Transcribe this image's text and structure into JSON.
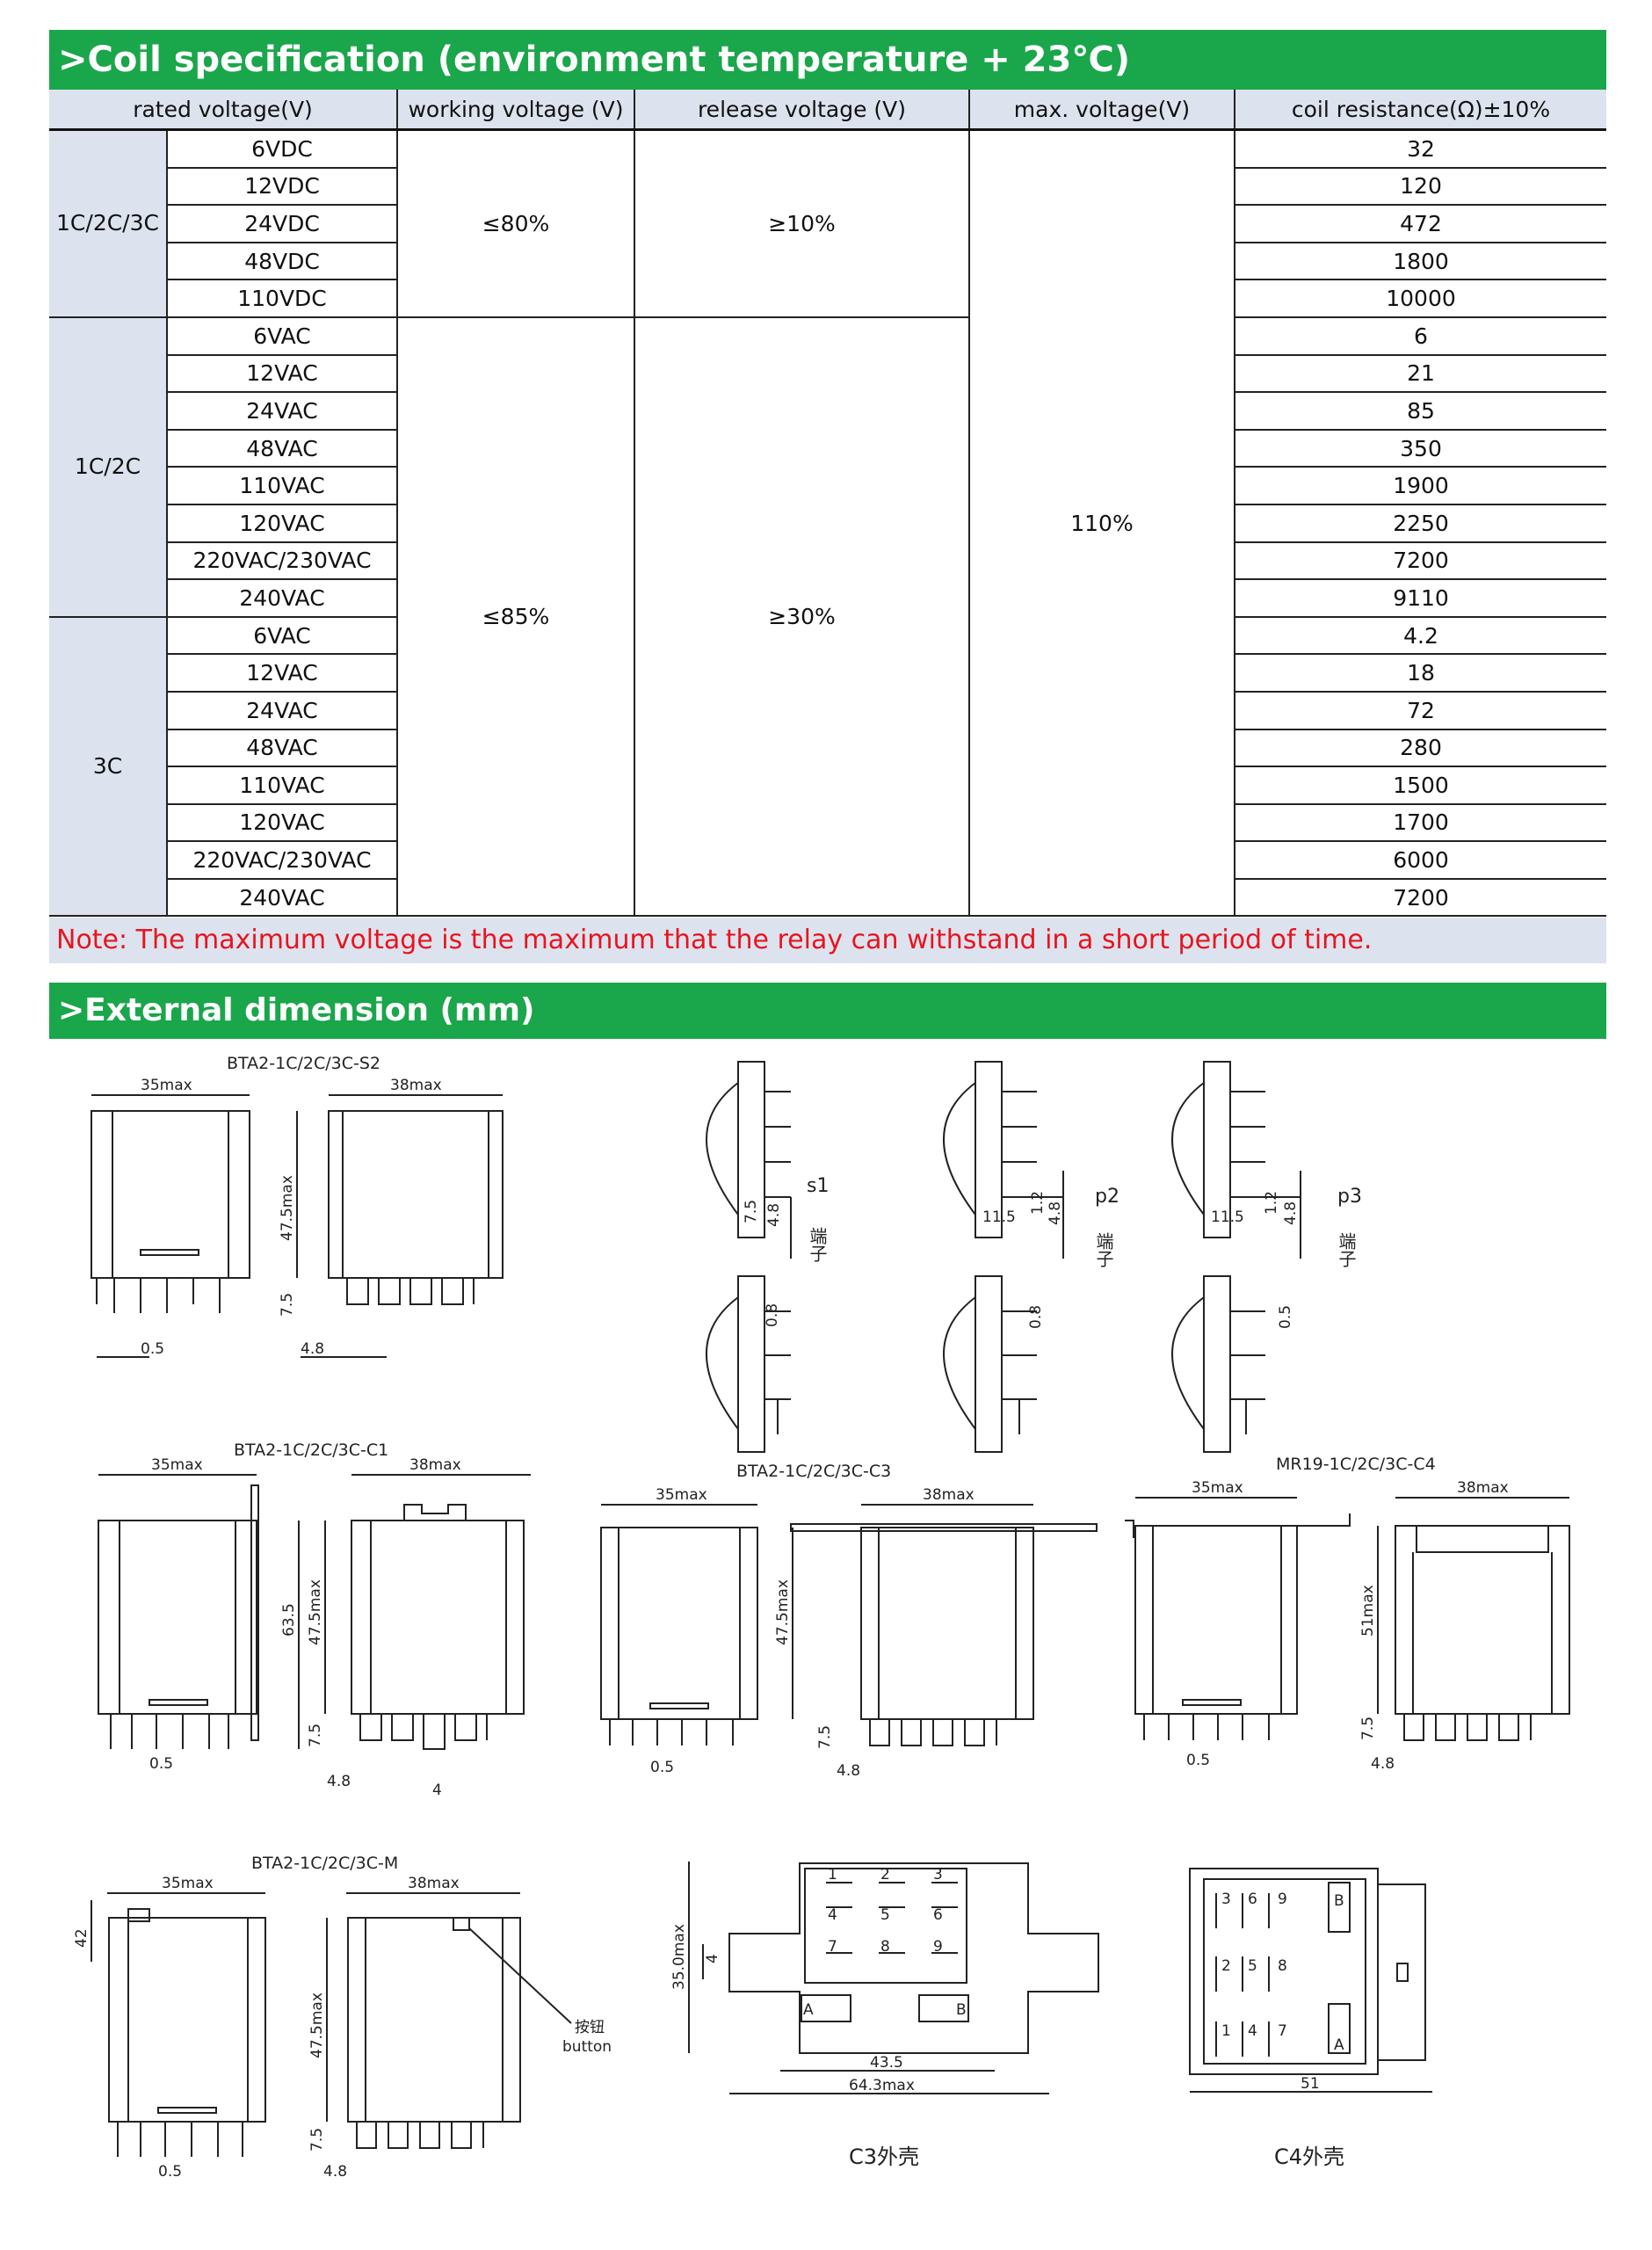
{
  "coil": {
    "title": ">Coil specification (environment temperature + 23℃)",
    "headers": [
      "rated voltage(V)",
      "working voltage (V)",
      "release voltage  (V)",
      "max. voltage(V)",
      "coil resistance(Ω)±10%"
    ],
    "groups": [
      {
        "name": "1C/2C/3C",
        "rows": [
          {
            "v": "6VDC",
            "r": "32"
          },
          {
            "v": "12VDC",
            "r": "120"
          },
          {
            "v": "24VDC",
            "r": "472"
          },
          {
            "v": "48VDC",
            "r": "1800"
          },
          {
            "v": "110VDC",
            "r": "10000"
          }
        ]
      },
      {
        "name": "1C/2C",
        "rows": [
          {
            "v": "6VAC",
            "r": "6"
          },
          {
            "v": "12VAC",
            "r": "21"
          },
          {
            "v": "24VAC",
            "r": "85"
          },
          {
            "v": "48VAC",
            "r": "350"
          },
          {
            "v": "110VAC",
            "r": "1900"
          },
          {
            "v": "120VAC",
            "r": "2250"
          },
          {
            "v": "220VAC/230VAC",
            "r": "7200"
          },
          {
            "v": "240VAC",
            "r": "9110"
          }
        ]
      },
      {
        "name": "3C",
        "rows": [
          {
            "v": "6VAC",
            "r": "4.2"
          },
          {
            "v": "12VAC",
            "r": "18"
          },
          {
            "v": "24VAC",
            "r": "72"
          },
          {
            "v": "48VAC",
            "r": "280"
          },
          {
            "v": "110VAC",
            "r": "1500"
          },
          {
            "v": "120VAC",
            "r": "1700"
          },
          {
            "v": "220VAC/230VAC",
            "r": "6000"
          },
          {
            "v": "240VAC",
            "r": "7200"
          }
        ]
      }
    ],
    "working_dc": "≤80%",
    "release_dc": "≥10%",
    "working_ac": "≤85%",
    "release_ac": "≥30%",
    "max_voltage": "110%",
    "note": "Note: The maximum voltage is the maximum that the relay can withstand in a short period of time."
  },
  "dimension": {
    "title": ">External dimension (mm)",
    "models": {
      "s2": "BTA2-1C/2C/3C-S2",
      "c1": "BTA2-1C/2C/3C-C1",
      "c3": "BTA2-1C/2C/3C-C3",
      "c4": "MR19-1C/2C/3C-C4",
      "m": "BTA2-1C/2C/3C-M"
    },
    "terminals": {
      "s1": "s1",
      "p2": "p2",
      "p3": "p3",
      "zi": "端子"
    },
    "button": {
      "cn": "按钮",
      "en": "button"
    },
    "housings": {
      "c3": "C3外壳",
      "c4": "C4外壳"
    },
    "dims": {
      "d35": "35max",
      "d38": "38max",
      "d475": "47.5max",
      "d75": "7.5",
      "d48": "4.8",
      "d05": "0.5",
      "d08": "0.8",
      "d635": "63.5",
      "d4": "4",
      "d51max": "51max",
      "d42": "42",
      "d115": "11.5",
      "d12": "1.2",
      "d350": "35.0max",
      "d435": "43.5",
      "d643": "64.3max",
      "d51": "51"
    },
    "pins": [
      "1",
      "2",
      "3",
      "4",
      "5",
      "6",
      "7",
      "8",
      "9",
      "A",
      "B"
    ]
  }
}
